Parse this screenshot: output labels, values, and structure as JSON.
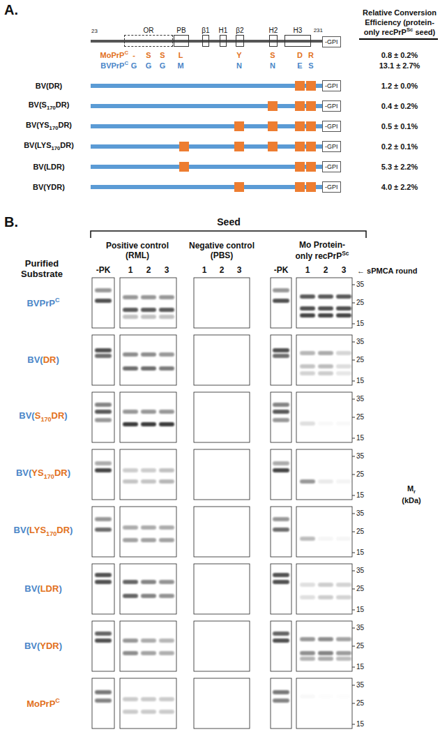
{
  "diagram": {
    "nodes": [
      {
        "text": [
          "OR"
        ]
      },
      {
        "text": [
          "PB"
        ]
      },
      {
        "text": [
          "β1"
        ]
      },
      {
        "text": [
          "H1"
        ]
      },
      {
        "text": [
          "β2"
        ]
      },
      {
        "text": [
          "H2"
        ]
      },
      {
        "text": [
          "H3"
        ]
      },
      {
        "text": [
          "-GPI"
        ]
      },
      {
        "text": [
          "-GPI"
        ]
      },
      {
        "text": [
          "-GPI"
        ]
      },
      {
        "text": [
          "-GPI"
        ]
      },
      {
        "text": [
          "-GPI"
        ]
      },
      {
        "text": [
          "-GPI"
        ]
      },
      {
        "text": [
          "-GPI"
        ]
      }
    ],
    "labels": [
      "A.",
      "Relative Conversion",
      "Efficiency (protein-",
      "only recPrP",
      "Sc",
      "seed)",
      "23",
      "231",
      "MoPrP",
      "C",
      "-",
      "S",
      "S",
      "L",
      "Y",
      "S",
      "D",
      "R",
      "0.8 ± 0.2%",
      "BVPrP",
      "C",
      "G",
      "G",
      "G",
      "M",
      "N",
      "N",
      "E",
      "S",
      "13.1 ± 2.7%",
      "BV(DR)",
      "1.2 ± 0.0%",
      "BV(S",
      "170",
      "DR)",
      "0.4 ± 0.2%",
      "BV(YS",
      "170",
      "DR)",
      "0.5 ± 0.1%",
      "BV(LYS",
      "170",
      "DR)",
      "0.2 ± 0.1%",
      "BV(LDR)",
      "5.3 ± 2.2%",
      "BV(YDR)",
      "4.0 ± 2.2%",
      "B.",
      "Seed",
      "Positive control (RML)",
      "Negative control (PBS)",
      "Mo Protein-",
      "only recPrP",
      "Sc",
      "Purified Substrate",
      "-PK",
      "1",
      "2",
      "3",
      "1",
      "2",
      "3",
      "-PK",
      "1",
      "2",
      "3",
      "← sPMCA round",
      "BVPrP",
      "C",
      "35",
      "25",
      "15",
      "BV(",
      "DR",
      ")",
      "35",
      "25",
      "15",
      "BV(",
      "S",
      "170",
      "DR",
      ")",
      "35",
      "25",
      "15",
      "BV(",
      "YS",
      "170",
      "DR",
      ")",
      "35",
      "25",
      "15",
      "M",
      "r",
      "(kDa)",
      "BV(",
      "LYS",
      "170",
      "DR",
      ")",
      "35",
      "25",
      "15",
      "BV(",
      "LDR",
      ")",
      "35",
      "25",
      "15",
      "BV(",
      "YDR",
      ")",
      "35",
      "25",
      "15",
      "MoPrP",
      "C",
      "35",
      "25",
      "15"
    ]
  }
}
